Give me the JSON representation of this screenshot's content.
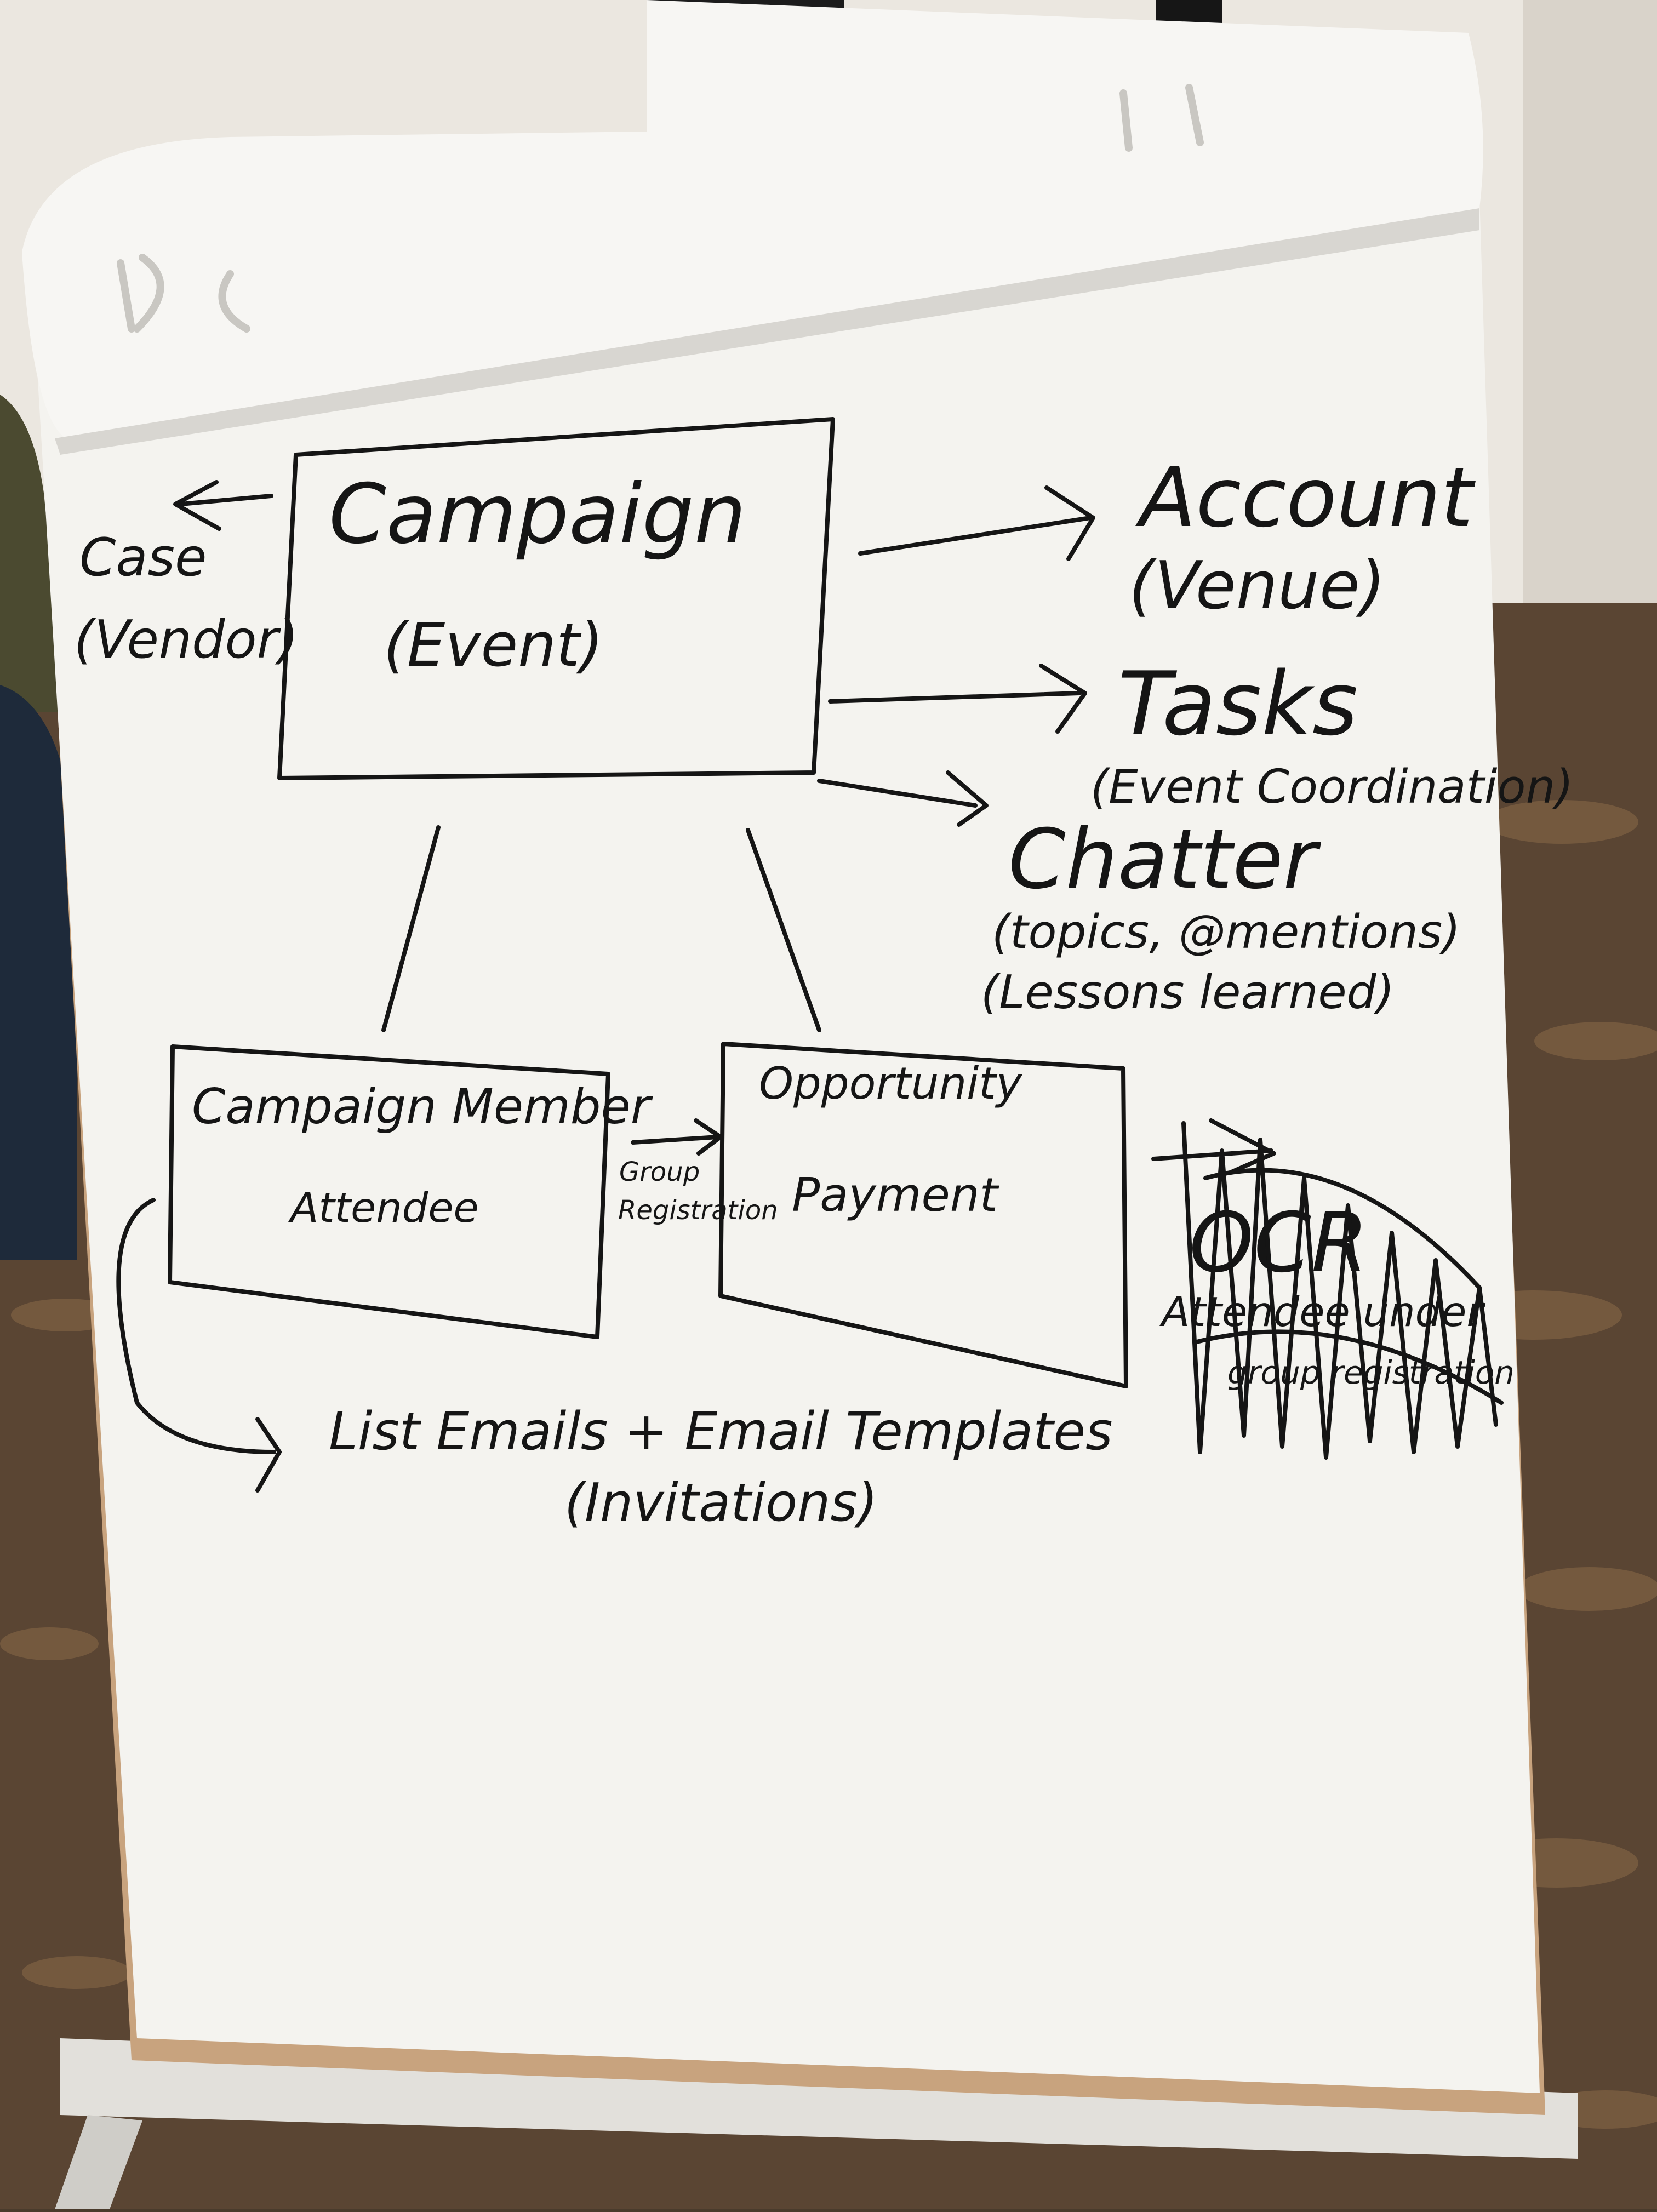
{
  "colors": {
    "paper": "#f4f3ef",
    "ink": "#151515",
    "wall": "#e9e5de",
    "carpet": "#5a4533",
    "board_edge": "#c8a37e"
  },
  "diagram": {
    "nodes": {
      "campaign": {
        "title": "Campaign",
        "subtitle": "(Event)"
      },
      "case": {
        "title": "Case",
        "subtitle": "(Vendor)"
      },
      "account": {
        "title": "Account",
        "subtitle": "(Venue)"
      },
      "tasks": {
        "title": "Tasks",
        "subtitle": "(Event Coordination)"
      },
      "chatter": {
        "title": "Chatter",
        "line1": "(topics, @mentions)",
        "line2": "(Lessons learned)"
      },
      "campaign_member": {
        "title": "Campaign Member",
        "subtitle": "Attendee"
      },
      "opportunity": {
        "title": "Opportunity",
        "subtitle": "Payment"
      },
      "ocr": {
        "title": "OCR",
        "line1": "Attendee under",
        "line2": "group registration"
      },
      "emails": {
        "title": "List Emails + Email Templates",
        "subtitle": "(Invitations)"
      }
    },
    "edge_labels": {
      "group_registration_1": "Group",
      "group_registration_2": "Registration"
    }
  }
}
